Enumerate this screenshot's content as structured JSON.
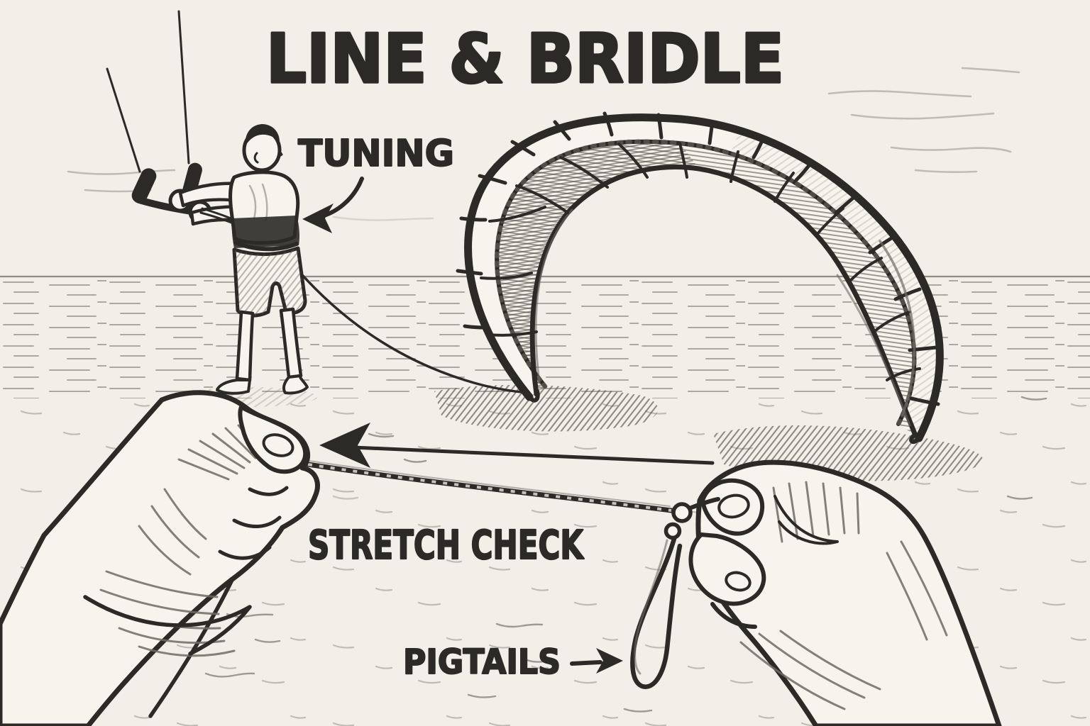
{
  "colors": {
    "paper": "#f1efe8",
    "paper2": "#f6f4ec",
    "ink": "#2c2a26",
    "pencil": "#aaa79c",
    "pencil2": "#6f6d63"
  },
  "title": "LINE & BRIDLE",
  "labels": {
    "tuning": "TUNING",
    "stretch_check": "STRETCH CHECK",
    "pigtails": "PIGTAILS"
  }
}
